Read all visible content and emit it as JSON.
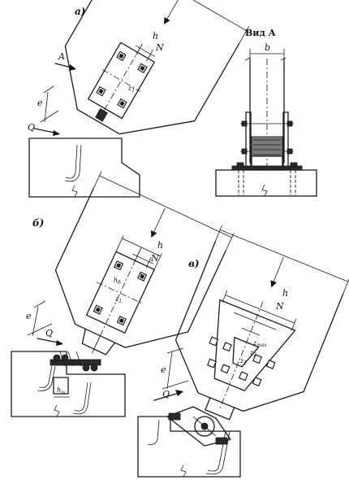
{
  "panel_a": {
    "label": "а)",
    "dim_h": "h",
    "force_N": "N",
    "view_arrow": "A",
    "dim_e": "e",
    "force_Q": "Q",
    "dim_z1": "z",
    "dim_z1_sub": "1"
  },
  "view_a": {
    "title": "Вид А",
    "dim_b": "b"
  },
  "panel_b": {
    "label": "б)",
    "dim_h": "h",
    "force_N": "N",
    "dim_hb": "h",
    "dim_hb_sub": "б",
    "dim_z1": "z",
    "dim_z1_sub": "1",
    "dim_e": "e",
    "force_Q": "Q",
    "dim_hw": "h",
    "dim_hw_sub": "ш"
  },
  "panel_v": {
    "label": "в)",
    "dim_h": "h",
    "force_N": "N",
    "dim_zmax": "z",
    "dim_zmax_sub": "max",
    "dim_z2": "z",
    "dim_z2_sub": "2",
    "dim_z1": "z",
    "dim_z1_sub": "1",
    "dim_e": "e",
    "force_Q": "Q"
  }
}
